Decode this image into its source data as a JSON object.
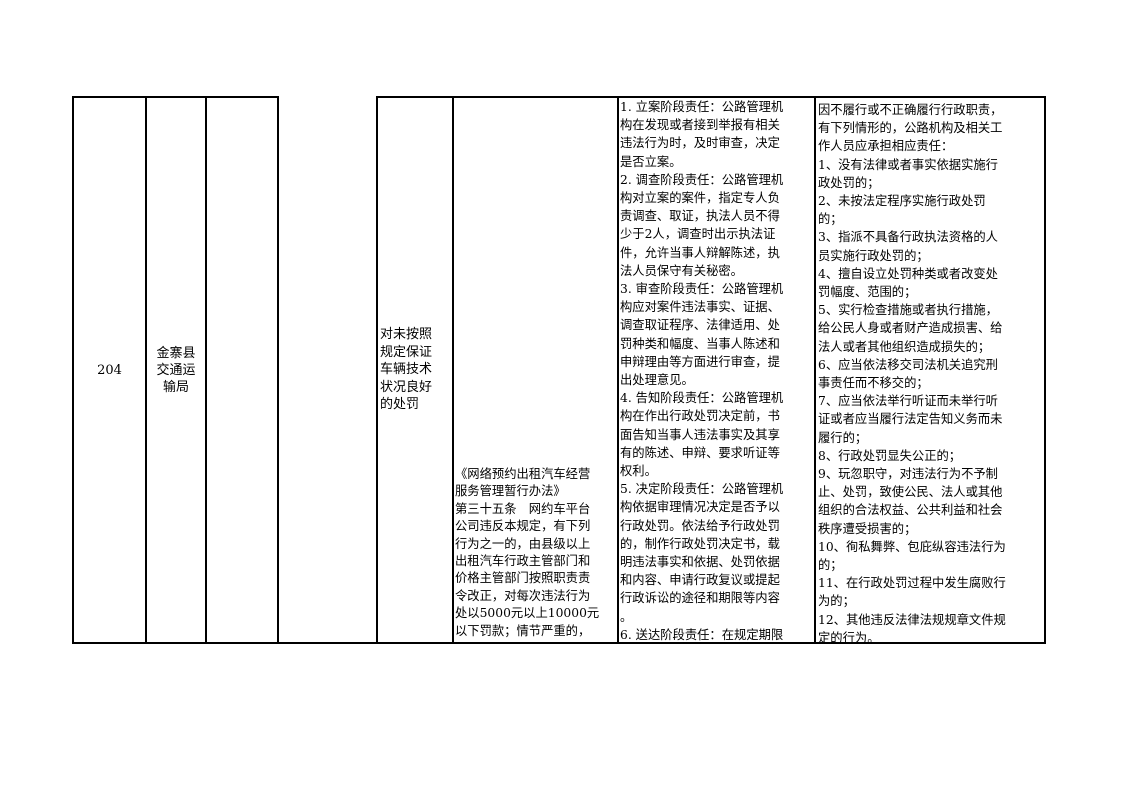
{
  "row": {
    "number": "204",
    "department_lines": [
      "金寨县",
      "交通运",
      "输局"
    ],
    "item_lines": [
      "对未按照",
      "规定保证",
      "车辆技术",
      "状况良好",
      "的处罚"
    ],
    "basis_lines": [
      "《网络预约出租汽车经营",
      "服务管理暂行办法》",
      "第三十五条　网约车平台",
      "公司违反本规定，有下列",
      "行为之一的，由县级以上",
      "出租汽车行政主管部门和",
      "价格主管部门按照职责责",
      "令改正，对每次违法行为",
      "处以5000元以上10000元",
      "以下罚款；情节严重的，"
    ],
    "responsibility_lines": [
      "1. 立案阶段责任：公路管理机",
      "构在发现或者接到举报有相关",
      "违法行为时，及时审查，决定",
      "是否立案。",
      "2. 调查阶段责任：公路管理机",
      "构对立案的案件，指定专人负",
      "责调查、取证，执法人员不得",
      "少于2人，调查时出示执法证",
      "件，允许当事人辩解陈述，执",
      "法人员保守有关秘密。",
      "3. 审查阶段责任：公路管理机",
      "构应对案件违法事实、证据、",
      "调查取证程序、法律适用、处",
      "罚种类和幅度、当事人陈述和",
      "申辩理由等方面进行审查，提",
      "出处理意见。",
      "4. 告知阶段责任：公路管理机",
      "构在作出行政处罚决定前，书",
      "面告知当事人违法事实及其享",
      "有的陈述、申辩、要求听证等",
      "权利。",
      "5. 决定阶段责任：公路管理机",
      "构依据审理情况决定是否予以",
      "行政处罚。依法给予行政处罚",
      "的，制作行政处罚决定书，载",
      "明违法事实和依据、处罚依据",
      "和内容、申请行政复议或提起",
      "行政诉讼的途径和期限等内容",
      "。",
      "6. 送达阶段责任：在规定期限"
    ],
    "accountability_lines": [
      "因不履行或不正确履行行政职责，",
      "有下列情形的，公路机构及相关工",
      "作人员应承担相应责任：",
      "1、没有法律或者事实依据实施行",
      "政处罚的；",
      "2、未按法定程序实施行政处罚",
      "的；",
      "3、指派不具备行政执法资格的人",
      "员实施行政处罚的；",
      "4、擅自设立处罚种类或者改变处",
      "罚幅度、范围的；",
      "5、实行检查措施或者执行措施，",
      "给公民人身或者财产造成损害、给",
      "法人或者其他组织造成损失的；",
      "6、应当依法移交司法机关追究刑",
      "事责任而不移交的；",
      "7、应当依法举行听证而未举行听",
      "证或者应当履行法定告知义务而未",
      "履行的；",
      "8、行政处罚显失公正的；",
      "9、玩忽职守，对违法行为不予制",
      "止、处罚，致使公民、法人或其他",
      "组织的合法权益、公共利益和社会",
      "秩序遭受损害的；",
      "10、徇私舞弊、包庇纵容违法行为",
      "的；",
      "11、在行政处罚过程中发生腐败行",
      "为的；",
      "12、其他违反法律法规规章文件规",
      "定的行为。"
    ]
  }
}
